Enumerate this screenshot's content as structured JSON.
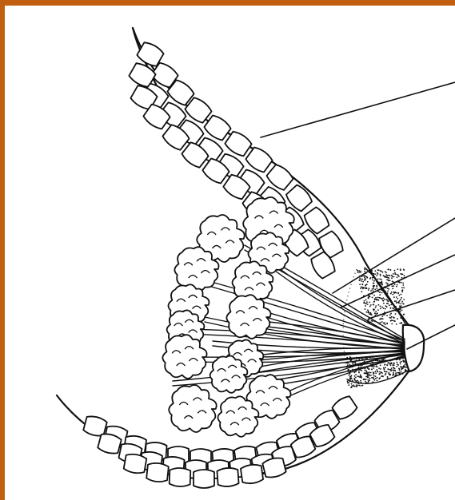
{
  "figure": {
    "subject": "breast-cross-section-line-drawing",
    "colors": {
      "frame": "#c15f10",
      "background": "#ffffff",
      "ink": "#111111"
    },
    "structures": [
      {
        "id": "fat-lobules-upper"
      },
      {
        "id": "mammary-lobules"
      },
      {
        "id": "lactiferous-ducts"
      },
      {
        "id": "areola"
      },
      {
        "id": "nipple"
      },
      {
        "id": "fat-lobules-lower"
      }
    ],
    "leader_line_count": 5
  }
}
